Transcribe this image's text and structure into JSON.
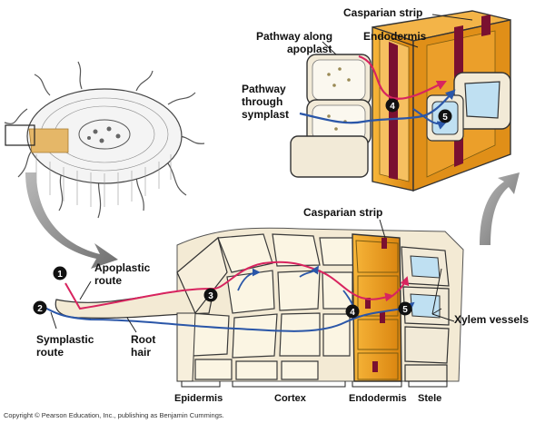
{
  "labels": {
    "casparian_strip_top": "Casparian strip",
    "endodermis_top": "Endodermis",
    "pathway_apoplast_line1": "Pathway along",
    "pathway_apoplast_line2": "apoplast",
    "pathway_symplast_line1": "Pathway",
    "pathway_symplast_line2": "through",
    "pathway_symplast_line3": "symplast",
    "casparian_strip_bottom": "Casparian strip",
    "apoplastic_route_line1": "Apoplastic",
    "apoplastic_route_line2": "route",
    "symplastic_route_line1": "Symplastic",
    "symplastic_route_line2": "route",
    "root_hair_line1": "Root",
    "root_hair_line2": "hair",
    "xylem_vessels": "Xylem vessels",
    "epidermis": "Epidermis",
    "cortex": "Cortex",
    "endodermis_bottom": "Endodermis",
    "stele": "Stele"
  },
  "markers": {
    "m1": "1",
    "m2": "2",
    "m3": "3",
    "m4": "4",
    "m5": "5",
    "m4_top": "4",
    "m5_top": "5"
  },
  "copyright": "Copyright © Pearson Education, Inc., publishing as Benjamin Cummings.",
  "colors": {
    "apoplast_route": "#d8245f",
    "symplast_route": "#2a56a8",
    "endodermis": "#f0a020",
    "casparian_strip": "#7a1030",
    "cell_wall": "#e9d9b8",
    "xylem": "#bfe0f2",
    "arrow_gray": "#8c8c8c"
  }
}
